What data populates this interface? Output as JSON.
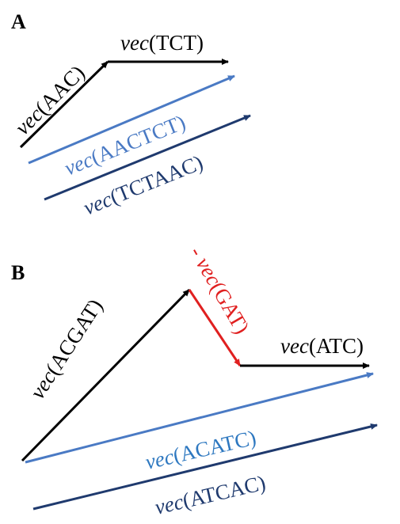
{
  "colors": {
    "black": "#000000",
    "light_blue": "#4a7ac4",
    "dark_blue": "#1f3a6e",
    "red": "#e02020",
    "label_light_blue": "#2e78c0"
  },
  "panel_a": {
    "label": "A",
    "vec_aac": {
      "italic": "vec",
      "rest": "(AAC)"
    },
    "vec_tct": {
      "italic": "vec",
      "rest": "(TCT)"
    },
    "vec_aactct": {
      "italic": "vec",
      "rest": "(AACTCT)"
    },
    "vec_tctaac": {
      "italic": "vec",
      "rest": "(TCTAAC)"
    }
  },
  "panel_b": {
    "label": "B",
    "vec_acgat": {
      "italic": "vec",
      "rest": "(ACGAT)"
    },
    "neg_vec_gat": {
      "prefix": "- ",
      "italic": "vec",
      "rest": "(GAT)"
    },
    "vec_atc": {
      "italic": "vec",
      "rest": "(ATC)"
    },
    "vec_acatc": {
      "italic": "vec",
      "rest": "(ACATC)"
    },
    "vec_atcac": {
      "italic": "vec",
      "rest": "(ATCAC)"
    }
  }
}
